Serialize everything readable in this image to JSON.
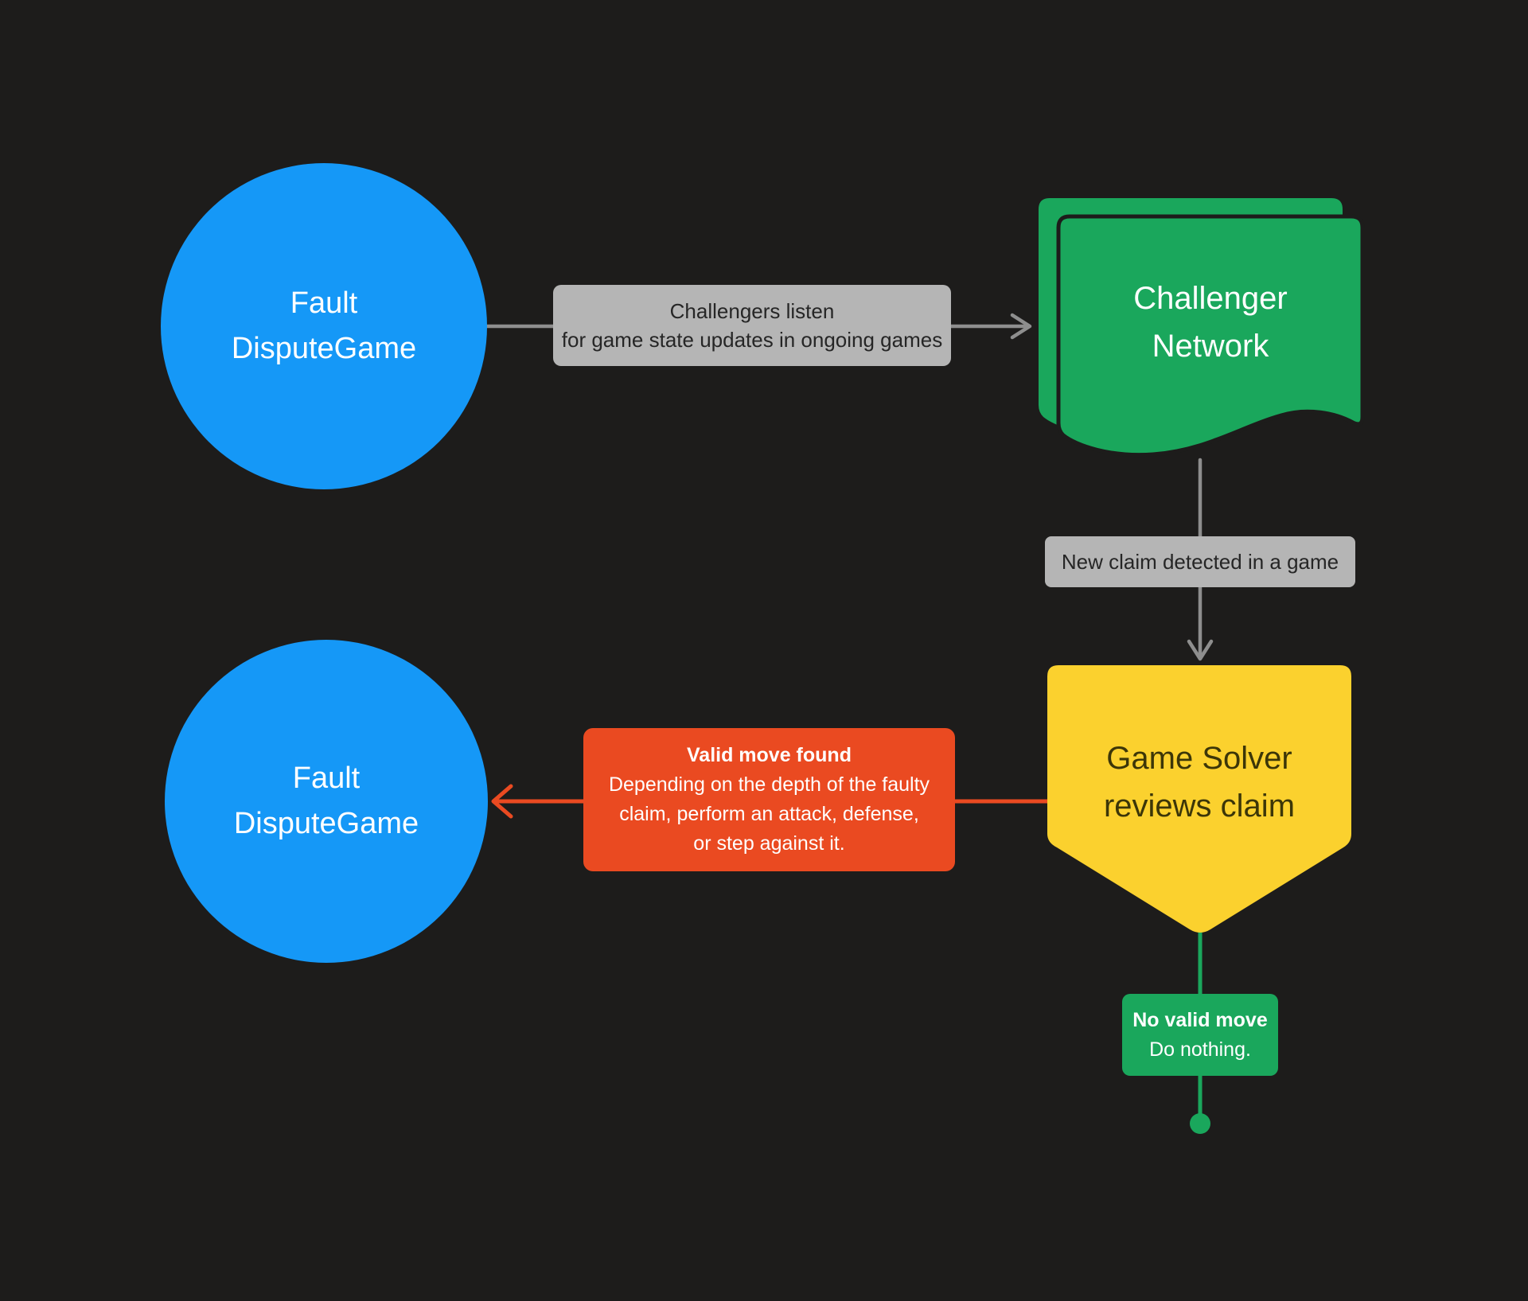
{
  "colors": {
    "background": "#1d1c1b",
    "blue": "#1598f7",
    "green": "#1aa75c",
    "yellow": "#fbd12e",
    "red": "#ea4a21",
    "label_bg": "#b5b5b5",
    "label_text": "#262626",
    "arrow_gray": "#8e8e8e",
    "white_text": "#ffffff",
    "solver_text": "#3c3608"
  },
  "nodes": {
    "fault_top": {
      "lines": [
        "Fault",
        "DisputeGame"
      ]
    },
    "challenger": {
      "lines": [
        "Challenger",
        "Network"
      ]
    },
    "solver": {
      "lines": [
        "Game Solver",
        "reviews claim"
      ]
    },
    "fault_bottom": {
      "lines": [
        "Fault",
        "DisputeGame"
      ]
    },
    "no_valid_move": {
      "title": "No valid move",
      "body": "Do nothing."
    }
  },
  "edge_labels": {
    "listen": {
      "lines": [
        "Challengers listen",
        "for game state updates in ongoing games"
      ]
    },
    "new_claim": {
      "text": "New claim detected in a game"
    },
    "valid_move": {
      "title": "Valid move found",
      "lines": [
        "Depending on the depth of the faulty",
        "claim, perform an attack, defense,",
        "or step against it."
      ]
    }
  }
}
